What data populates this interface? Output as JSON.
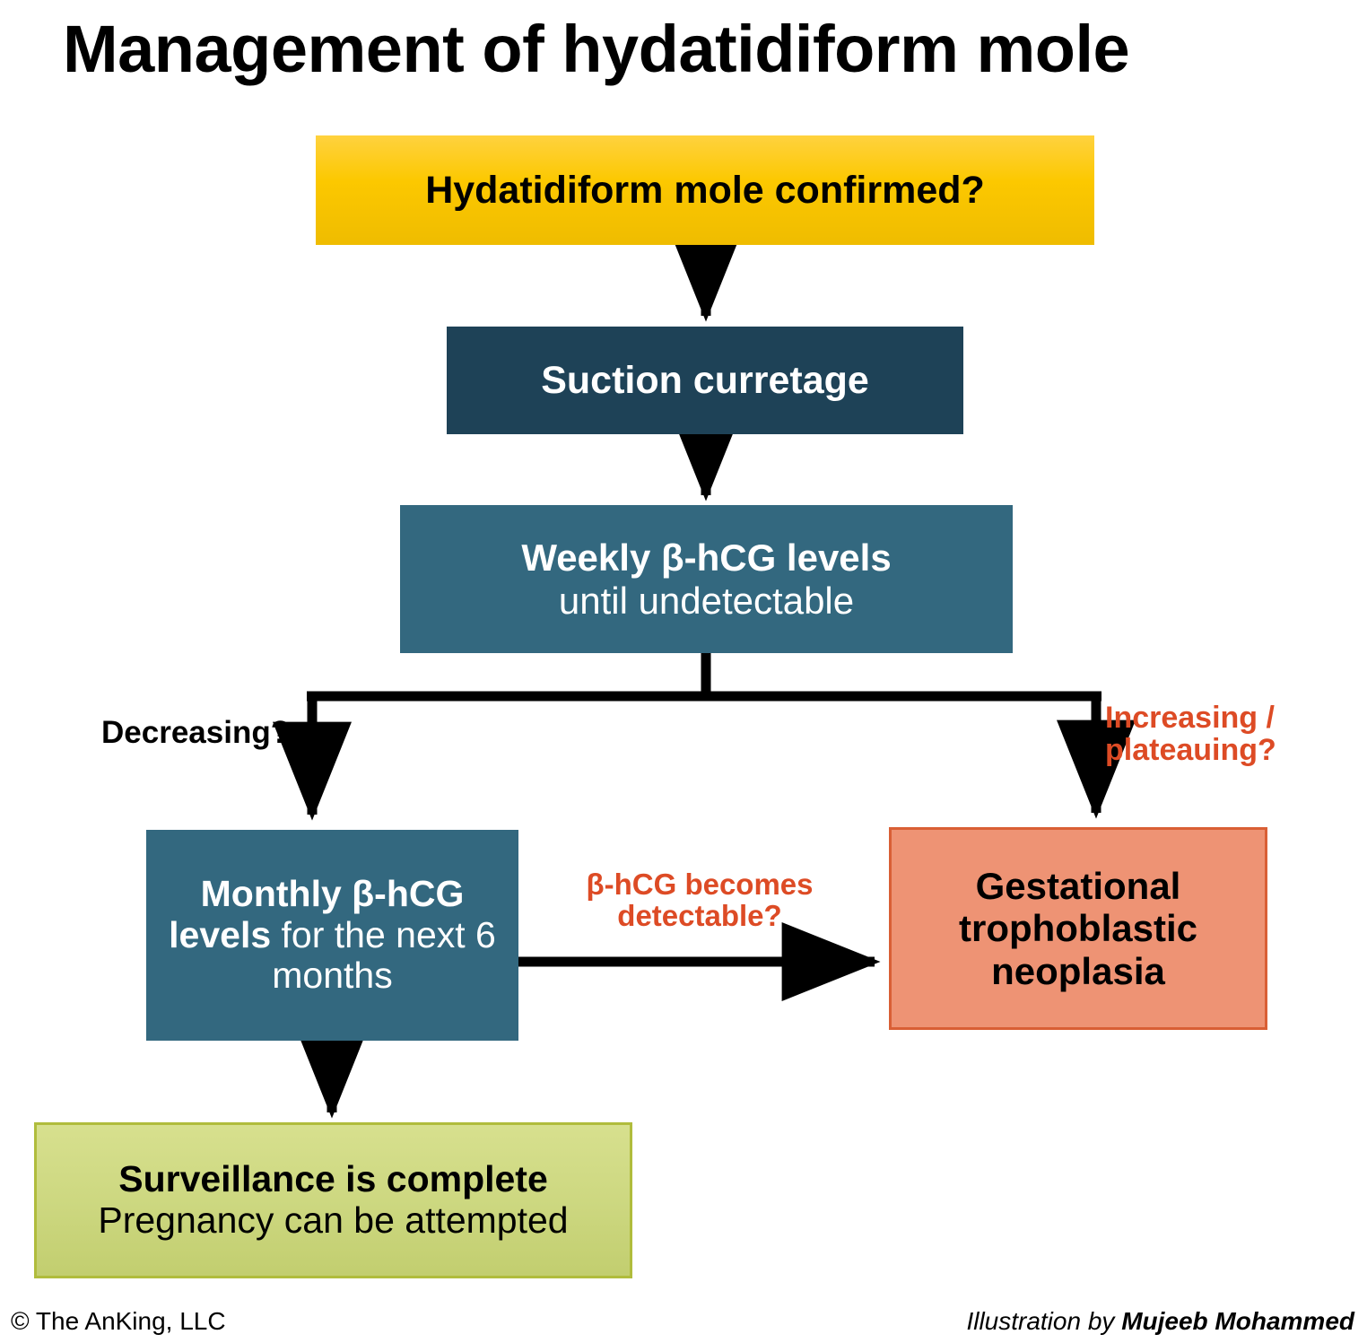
{
  "title": "Management of hydatidiform mole",
  "colors": {
    "start_box": "#fcc800",
    "navy_box": "#1e4257",
    "steel_box": "#33687f",
    "salmon_box": "#ee9374",
    "salmon_border": "#d95f35",
    "green_box": "#ccd77f",
    "green_border": "#b0bc3c",
    "accent_orange": "#dd4b25",
    "arrow": "#000000",
    "background": "#ffffff"
  },
  "nodes": {
    "confirm": {
      "label": "Hydatidiform mole confirmed?",
      "type": "decision"
    },
    "suction": {
      "label": "Suction curretage",
      "type": "process"
    },
    "weekly": {
      "line1": "Weekly β-hCG levels",
      "line2": "until undetectable",
      "type": "process"
    },
    "monthly": {
      "bold": "Monthly β-hCG levels",
      "regular": " for the next 6 months",
      "type": "process"
    },
    "gtn": {
      "line1": "Gestational",
      "line2": "trophoblastic",
      "line3": "neoplasia",
      "type": "outcome-adverse"
    },
    "surveillance": {
      "line1": "Surveillance is complete",
      "line2": "Pregnancy can be attempted",
      "type": "outcome-favorable"
    }
  },
  "edge_labels": {
    "decreasing": "Decreasing?",
    "increasing": "Increasing /\nplateauing?",
    "detectable": "β-hCG becomes\ndetectable?"
  },
  "footer": {
    "copyright": "© The AnKing, LLC",
    "credit_prefix": "Illustration by ",
    "credit_artist": "Mujeeb Mohammed"
  }
}
